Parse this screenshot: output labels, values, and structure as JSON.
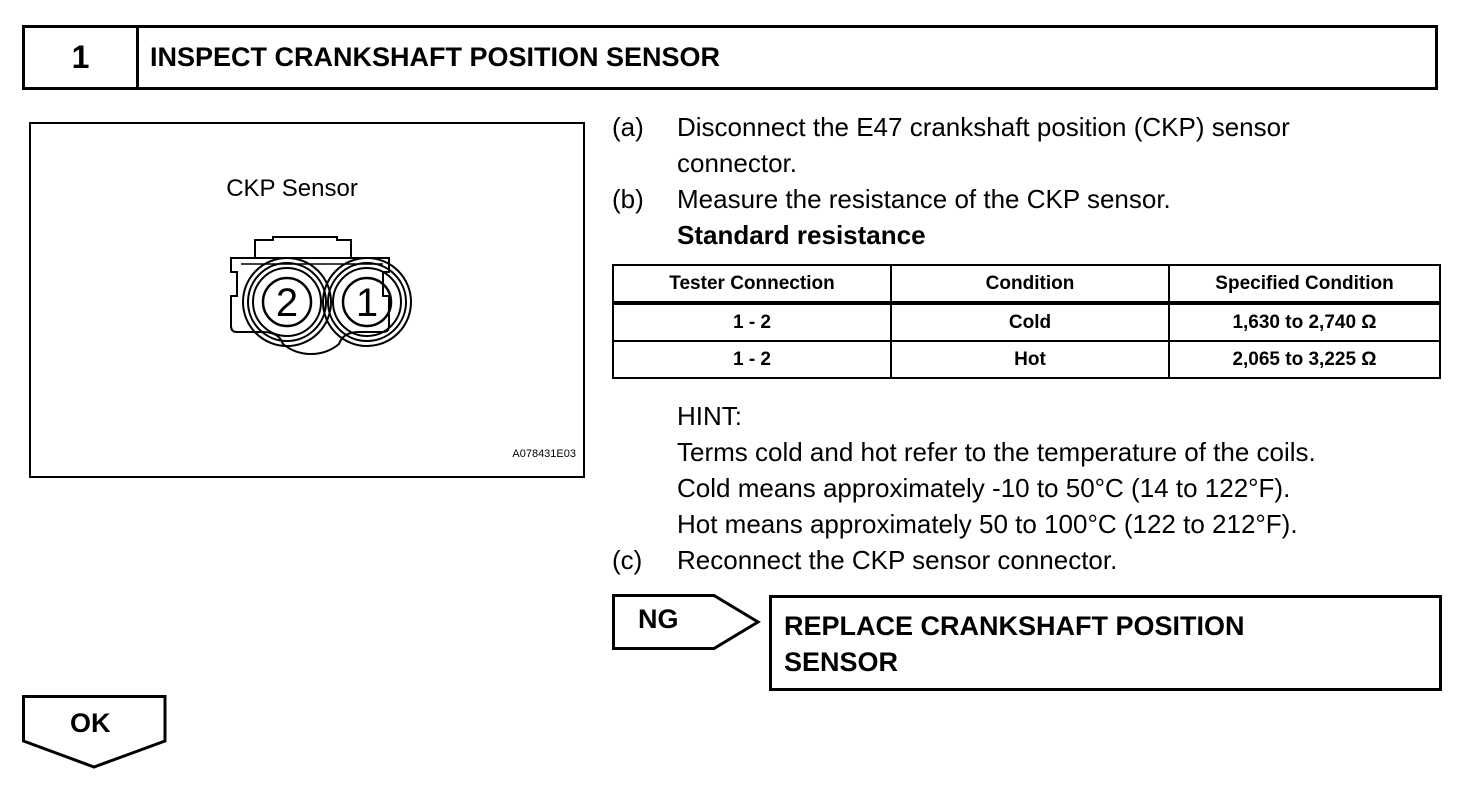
{
  "step": {
    "number": "1",
    "title": "INSPECT CRANKSHAFT POSITION SENSOR"
  },
  "figure": {
    "caption": "CKP Sensor",
    "pin_left": "2",
    "pin_right": "1",
    "figure_id": "A078431E03"
  },
  "instructions": {
    "a_letter": "(a)",
    "a_line1": "Disconnect the E47 crankshaft position (CKP) sensor",
    "a_line2": "connector.",
    "b_letter": "(b)",
    "b_line1": "Measure the resistance of the CKP sensor.",
    "b_line2": "Standard resistance"
  },
  "table": {
    "headers": [
      "Tester Connection",
      "Condition",
      "Specified Condition"
    ],
    "rows": [
      [
        "1 - 2",
        "Cold",
        "1,630 to 2,740 Ω"
      ],
      [
        "1 - 2",
        "Hot",
        "2,065 to 3,225 Ω"
      ]
    ]
  },
  "hint": {
    "label": "HINT:",
    "line1": "Terms cold and hot refer to the temperature of the coils.",
    "line2": "Cold means approximately -10 to 50°C (14 to 122°F).",
    "line3": "Hot means approximately 50 to 100°C (122 to 212°F)."
  },
  "step_c": {
    "letter": "(c)",
    "text": "Reconnect the CKP sensor connector."
  },
  "ng": {
    "label": "NG",
    "action_line1": "REPLACE CRANKSHAFT POSITION",
    "action_line2": "SENSOR"
  },
  "ok": {
    "label": "OK"
  }
}
